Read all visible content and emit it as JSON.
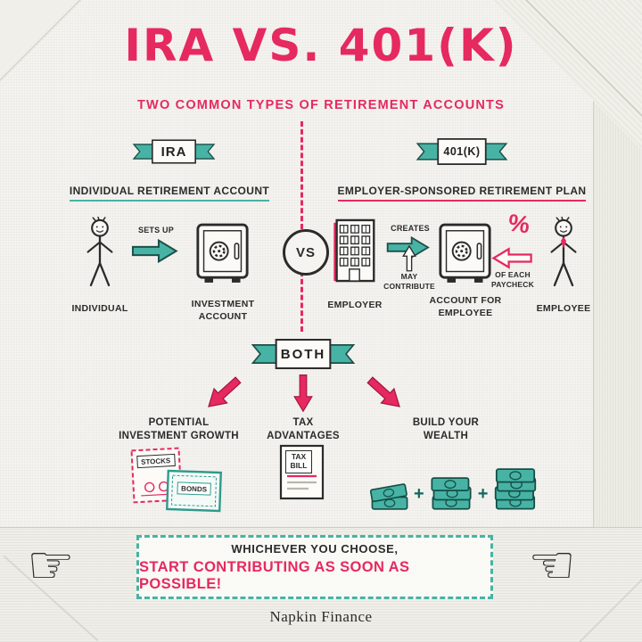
{
  "colors": {
    "pink": "#e6295f",
    "teal": "#47b3a5",
    "ink": "#2b2b2b"
  },
  "header": {
    "title": "IRA VS. 401(K)",
    "subtitle": "TWO COMMON TYPES OF RETIREMENT ACCOUNTS"
  },
  "ira": {
    "ribbon": "IRA",
    "heading": "INDIVIDUAL RETIREMENT ACCOUNT",
    "individual_label": "INDIVIDUAL",
    "sets_up": "SETS UP",
    "account_label": "INVESTMENT ACCOUNT"
  },
  "vs": "VS",
  "k401": {
    "ribbon": "401(K)",
    "heading": "EMPLOYER-SPONSORED RETIREMENT PLAN",
    "employer_label": "EMPLOYER",
    "creates": "CREATES",
    "may_contribute": "MAY CONTRIBUTE",
    "account_label": "ACCOUNT FOR EMPLOYEE",
    "percent": "%",
    "paycheck": "OF EACH PAYCHECK",
    "employee_label": "EMPLOYEE"
  },
  "both": {
    "ribbon": "BOTH",
    "benefits": [
      {
        "label": "POTENTIAL INVESTMENT GROWTH"
      },
      {
        "label": "TAX ADVANTAGES"
      },
      {
        "label": "BUILD YOUR WEALTH"
      }
    ],
    "stocks": "STOCKS",
    "bonds": "BONDS",
    "tax_bill": "TAX BILL",
    "plus": "+"
  },
  "icons": {
    "hand_point_right": "☞",
    "hand_point_left": "☜"
  },
  "footer": {
    "line1": "WHICHEVER YOU CHOOSE,",
    "line2": "START CONTRIBUTING AS SOON AS POSSIBLE!",
    "brand": "Napkin Finance"
  }
}
